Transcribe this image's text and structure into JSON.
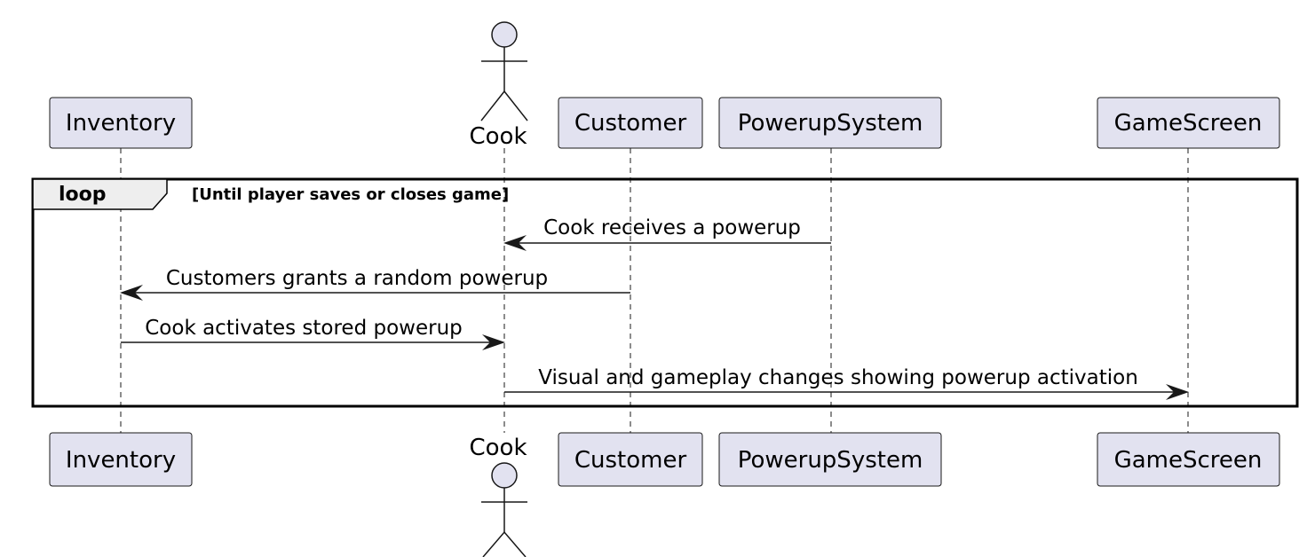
{
  "participants": {
    "inventory": "Inventory",
    "cook": "Cook",
    "customer": "Customer",
    "powerup_system": "PowerupSystem",
    "game_screen": "GameScreen"
  },
  "loop": {
    "keyword": "loop",
    "condition": "[Until player saves or closes game]"
  },
  "messages": [
    {
      "from": "PowerupSystem",
      "to": "Cook",
      "label": "Cook receives a powerup"
    },
    {
      "from": "Customer",
      "to": "Inventory",
      "label": "Customers grants a random powerup"
    },
    {
      "from": "Inventory",
      "to": "Cook",
      "label": "Cook activates stored powerup"
    },
    {
      "from": "Cook",
      "to": "GameScreen",
      "label": "Visual and gameplay changes showing powerup activation"
    }
  ],
  "colors": {
    "participant_fill": "#E2E2F0",
    "line": "#181818",
    "frame": "#000000",
    "loop_tab": "#EEEEEE"
  }
}
